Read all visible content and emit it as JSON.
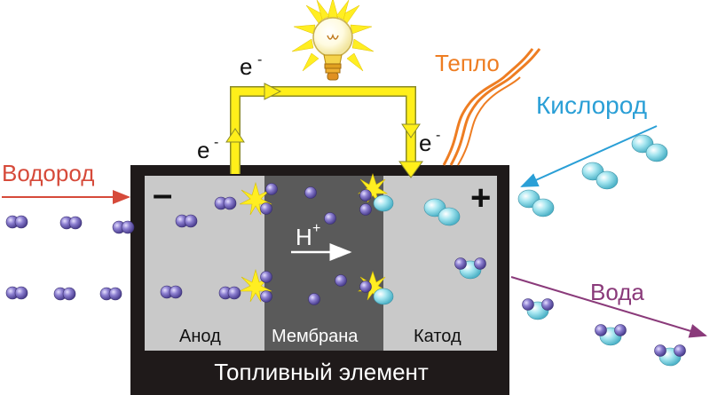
{
  "colors": {
    "hydrogen": "#d64a3a",
    "oxygen": "#2a9fd6",
    "heat": "#ee7d22",
    "water": "#8a3a7a",
    "wire": "#ffef1a",
    "cell_frame": "#1f1a1a",
    "electrode": "#c9c9c9",
    "membrane": "#5a5a5a",
    "h_atom": "#7a6bb8",
    "o_atom": "#8fd8e6"
  },
  "labels": {
    "hydrogen": "Водород",
    "oxygen": "Кислород",
    "heat": "Тепло",
    "water": "Вода",
    "anode": "Анод",
    "membrane": "Мембрана",
    "cathode": "Катод",
    "cell": "Топливный элемент",
    "electron": "e",
    "electron_sup": "-",
    "proton": "H",
    "proton_sup": "+",
    "minus": "–",
    "plus": "+"
  },
  "icons": {
    "bulb": "lightbulb-icon"
  }
}
